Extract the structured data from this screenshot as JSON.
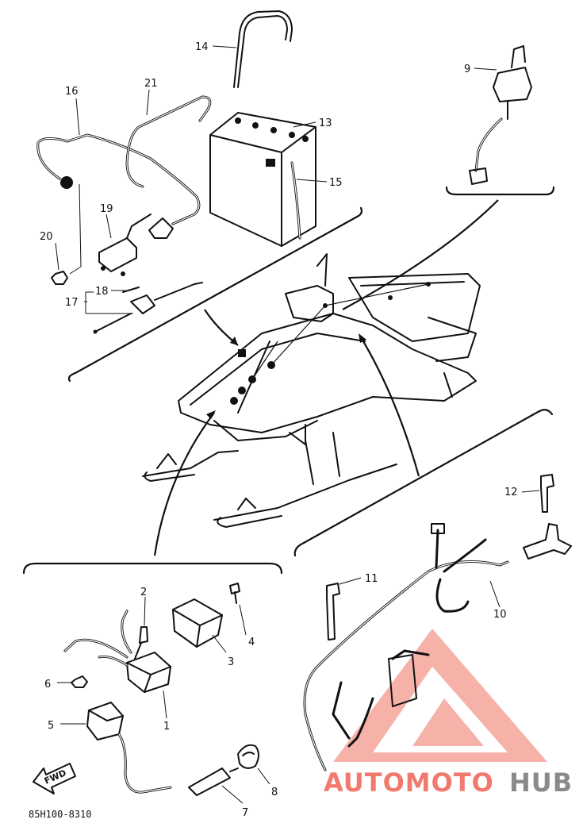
{
  "diagram_code": "85H100-8310",
  "fwd_label": "FWD",
  "watermark": {
    "part1": "AUTOMOTO",
    "part2": "HUB",
    "color_primary": "#f07a6e",
    "color_secondary": "#8a8a8a"
  },
  "callouts": {
    "p1": "1",
    "p2": "2",
    "p3": "3",
    "p4": "4",
    "p5": "5",
    "p6": "6",
    "p7": "7",
    "p8": "8",
    "p9": "9",
    "p10": "10",
    "p11": "11",
    "p12": "12",
    "p13": "13",
    "p14": "14",
    "p15": "15",
    "p16": "16",
    "p17": "17",
    "p18": "18",
    "p19": "19",
    "p20": "20",
    "p21": "21"
  }
}
